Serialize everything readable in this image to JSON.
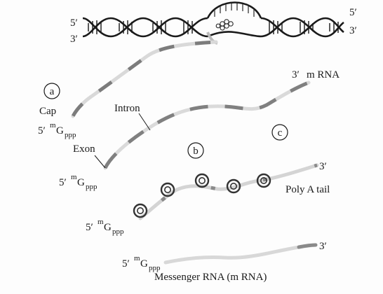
{
  "dna": {
    "left_top": "5′",
    "left_bottom": "3′",
    "right_top": "5′",
    "right_bottom": "3′"
  },
  "markers": {
    "a": "a",
    "b": "b",
    "c": "c"
  },
  "labels": {
    "cap": "Cap",
    "intron": "Intron",
    "exon": "Exon",
    "mrna_end": "3′",
    "mrna_label": "m RNA",
    "poly_a_tail": "Poly A tail",
    "three_prime": "3′",
    "five_prime": "5′",
    "cap_m": "m",
    "cap_g": "G",
    "cap_ppp": "ppp",
    "title": "Messenger RNA (m RNA)"
  },
  "colors": {
    "strand": "#d6d6d6",
    "exon": "#7c7c7c",
    "ink": "#1a1a1a",
    "ribosome": "#555555"
  }
}
